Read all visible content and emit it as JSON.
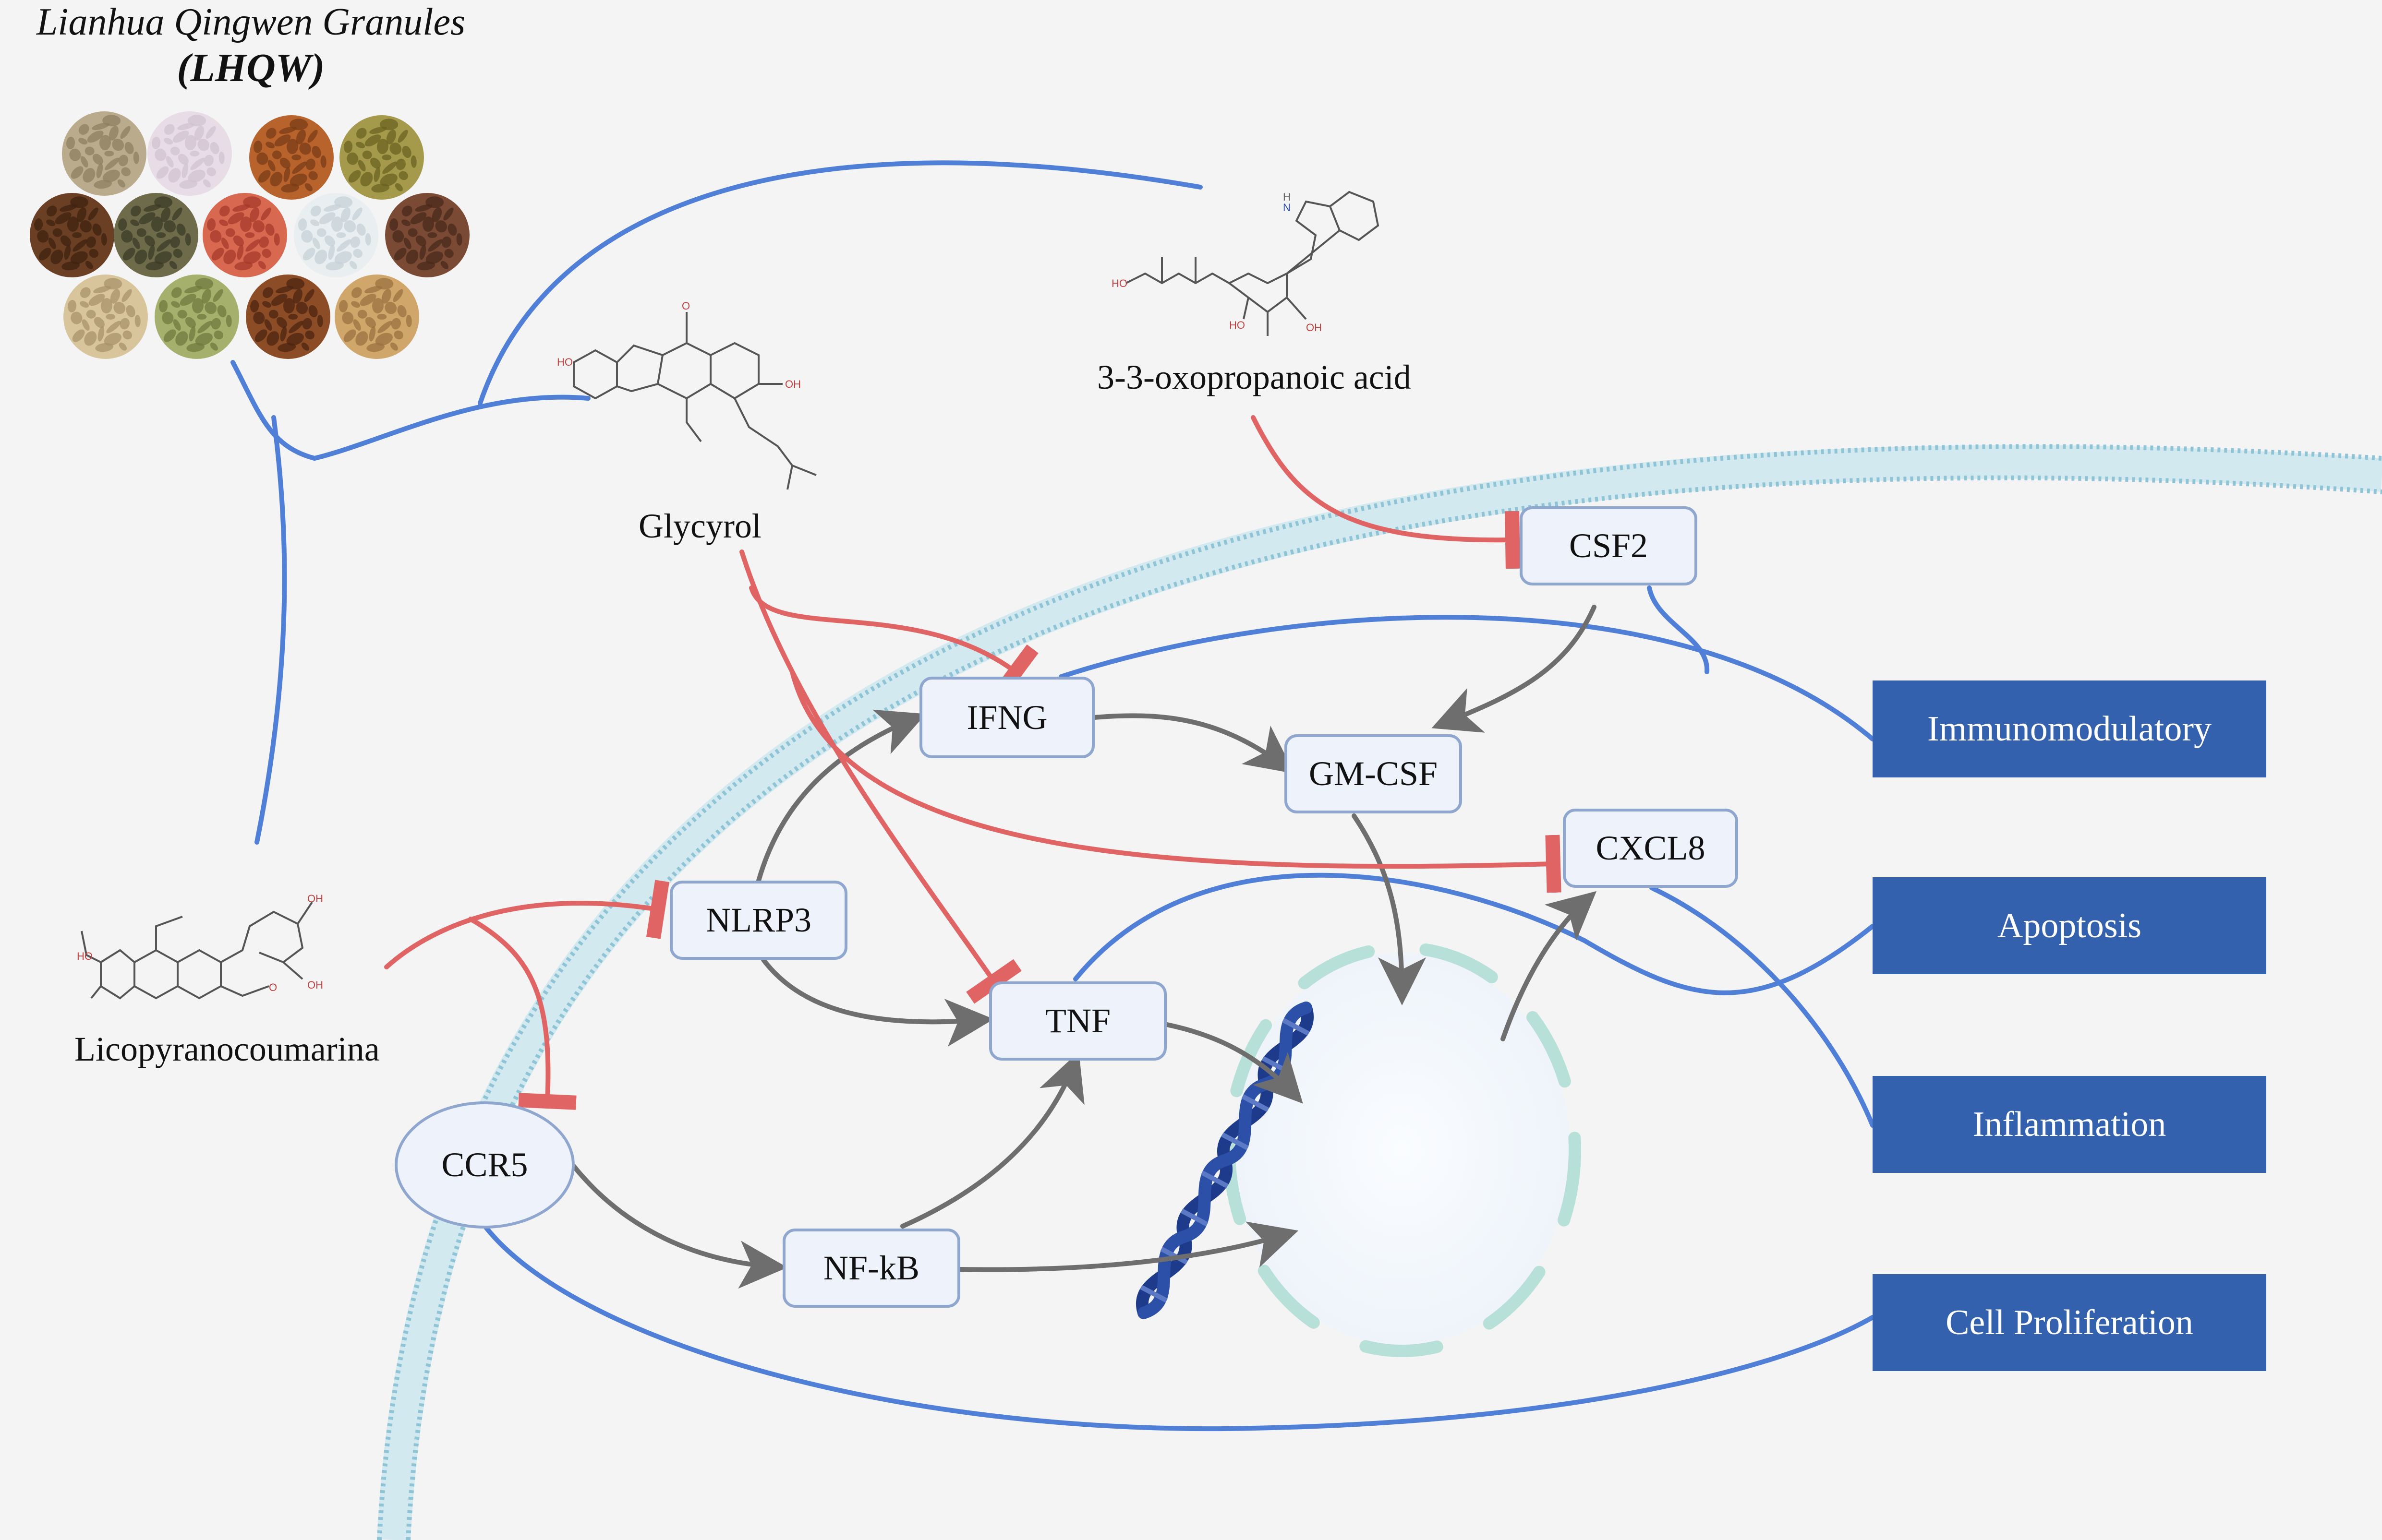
{
  "title": {
    "line1": "Lianhua Qingwen Granules",
    "line2": "(LHQW)"
  },
  "herbs": [
    {
      "name": "herb-1",
      "colors": [
        "#b9ab8c",
        "#8f7f60"
      ]
    },
    {
      "name": "herb-2",
      "colors": [
        "#e8dde6",
        "#d2c3d0"
      ]
    },
    {
      "name": "herb-3",
      "colors": [
        "#b8632c",
        "#7a3b16"
      ]
    },
    {
      "name": "herb-4",
      "colors": [
        "#a59a4b",
        "#6b6122"
      ]
    },
    {
      "name": "herb-5",
      "colors": [
        "#6b3f23",
        "#3e2210"
      ]
    },
    {
      "name": "herb-6",
      "colors": [
        "#6d6b4a",
        "#3b3a26"
      ]
    },
    {
      "name": "herb-7",
      "colors": [
        "#d8684f",
        "#a63a2a"
      ]
    },
    {
      "name": "herb-8",
      "colors": [
        "#e9eef1",
        "#c6d0d6"
      ]
    },
    {
      "name": "herb-9",
      "colors": [
        "#7a4a35",
        "#4a2a1c"
      ]
    },
    {
      "name": "herb-10",
      "colors": [
        "#d9c59b",
        "#a8916a"
      ]
    },
    {
      "name": "herb-11",
      "colors": [
        "#a6b06d",
        "#6d7a3d"
      ]
    },
    {
      "name": "herb-12",
      "colors": [
        "#8c4d26",
        "#4b2410"
      ]
    },
    {
      "name": "herb-13",
      "colors": [
        "#d1a66a",
        "#9a7240"
      ]
    }
  ],
  "compounds": {
    "glycyrol": "Glycyrol",
    "oxopropanoic": "3-3-oxopropanoic acid",
    "licopyranocoumarina": "Licopyranocoumarina"
  },
  "genes": {
    "csf2": "CSF2",
    "ifng": "IFNG",
    "gmcsf": "GM-CSF",
    "cxcl8": "CXCL8",
    "nlrp3": "NLRP3",
    "tnf": "TNF",
    "ccr5": "CCR5",
    "nfkb": "NF-kB"
  },
  "outcomes": {
    "immunomodulatory": "Immunomodulatory",
    "apoptosis": "Apoptosis",
    "inflammation": "Inflammation",
    "cell_proliferation": "Cell Proliferation"
  },
  "molecule_atoms": {
    "oh": "OH",
    "ho": "HO",
    "h": "H",
    "o": "O",
    "n": "N"
  },
  "colors": {
    "background": "#f4f4f4",
    "inhibit": "#e06464",
    "activate": "#6e6e6e",
    "association": "#4f7fd6",
    "membrane": "#8ec4d6",
    "nucleus_dash": "#b7e0d8",
    "dna": "#1e3a8a",
    "outcome_box": "#3461ad",
    "gene_fill": "#eef3fb",
    "gene_border": "#8fa7cf"
  }
}
